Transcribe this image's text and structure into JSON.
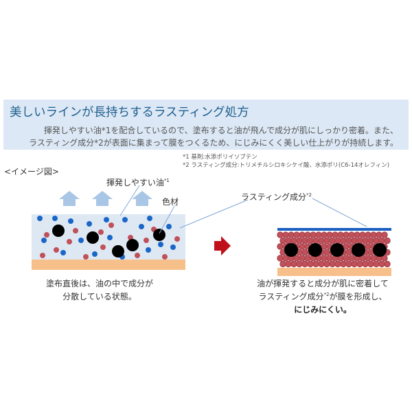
{
  "header": {
    "title": "美しいラインが長持ちするラスティング処方",
    "description_line1": "揮発しやすい油*1を配合しているので、塗布すると油が飛んで成分が肌にしっかり密着。また、",
    "description_line2": "ラスティング成分*2が表面に集まって膜をつくるため、にじみにくく美しい仕上がりが持続します。"
  },
  "footnotes": {
    "note1": "*1 基剤:水添ポリイソブテン",
    "note2": "*2 ラスティング成分:トリメチルシロキシケイ酸、水添ポリ(C6-14オレフィン)"
  },
  "image_label": "<イメージ図>",
  "labels": {
    "volatile_oil": "揮発しやすい油",
    "volatile_oil_sup": "*1",
    "pigment": "色材",
    "lasting": "ラスティング成分",
    "lasting_sup": "*2"
  },
  "captions": {
    "left_line1": "塗布直後は、油の中で成分が",
    "left_line2": "分散している状態。",
    "right_line1": "油が揮発すると成分が肌に密着して",
    "right_line2_a": "ラスティング成分",
    "right_line2_sup": "*2",
    "right_line2_b": "が膜を形成し、",
    "right_line3": "にじみにくい。"
  },
  "colors": {
    "header_bg": "#dce8f5",
    "title": "#1f5f8f",
    "oil_layer": "#dde8f3",
    "skin": "#f7c08a",
    "blue_particle": "#1a66c8",
    "red_particle": "#c0505a",
    "pigment": "#000000",
    "arrow_blue": "#a9c6e6",
    "arrow_red": "#c0101a",
    "film": "#1a5fc0"
  }
}
